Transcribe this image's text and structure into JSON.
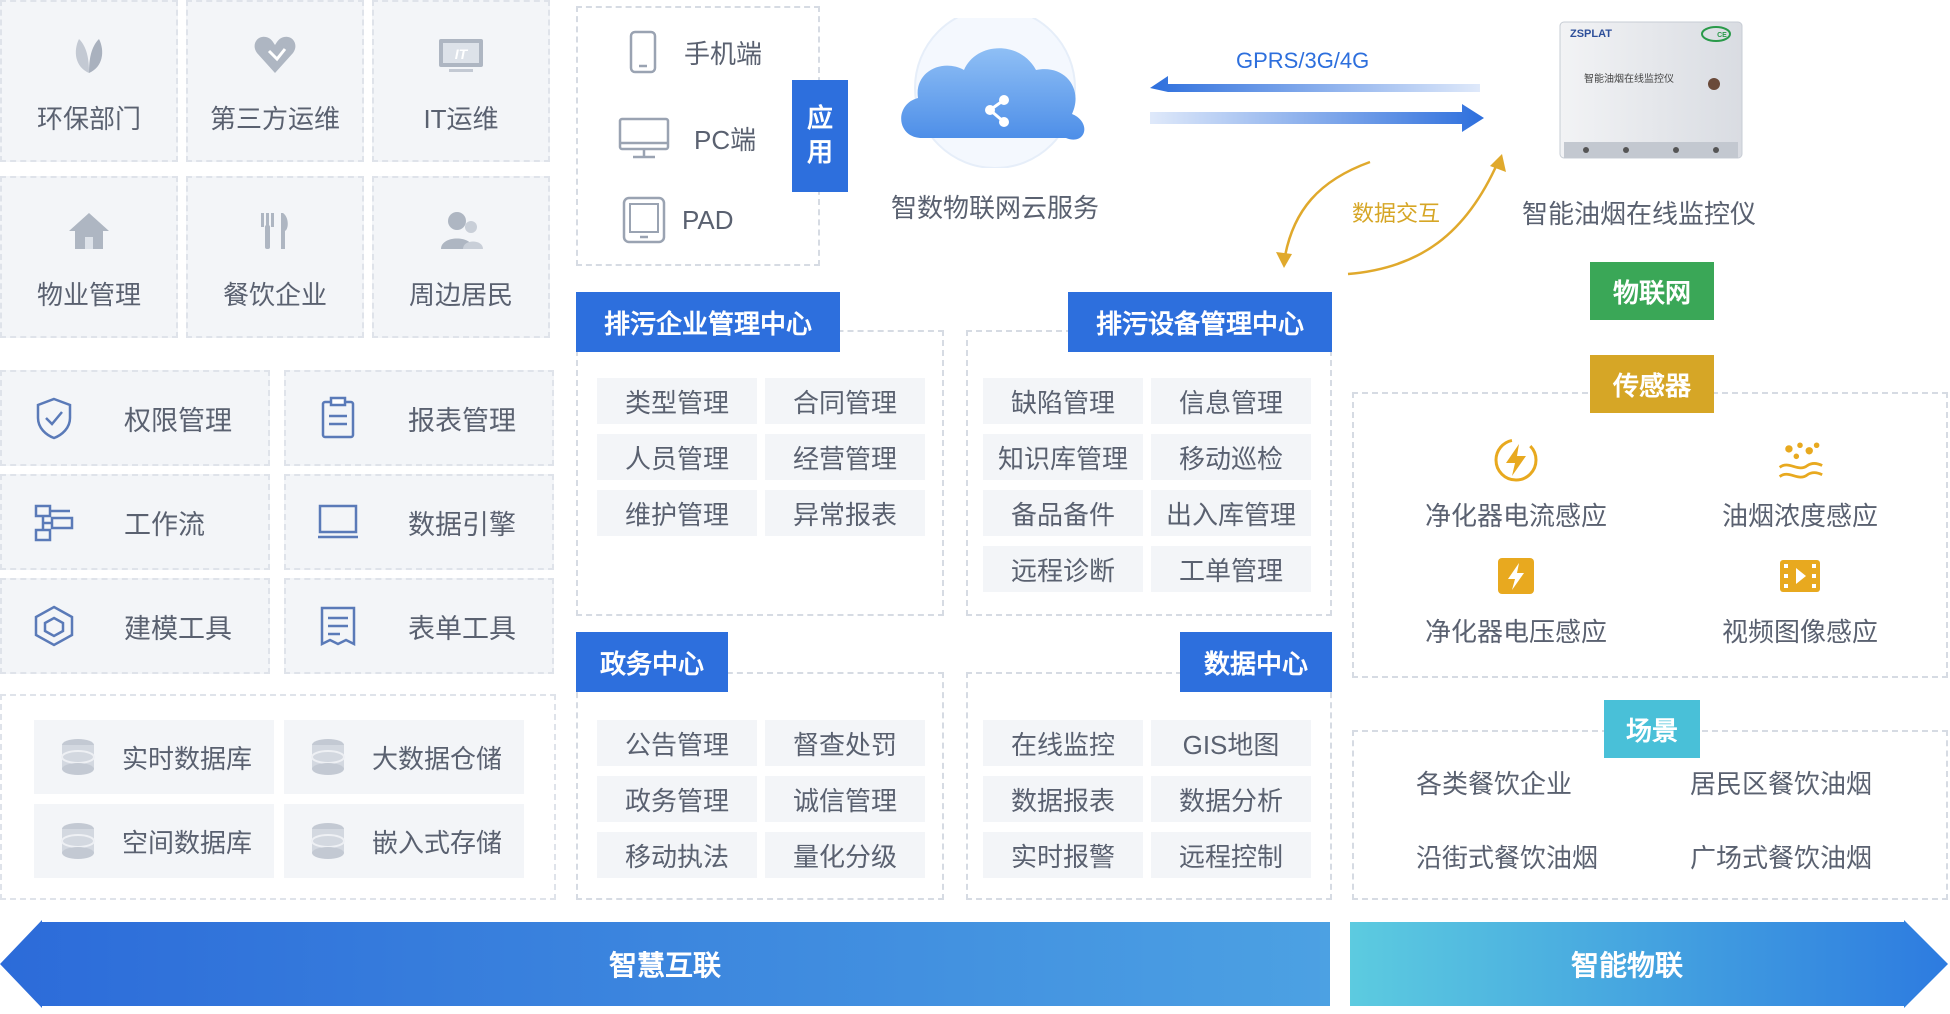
{
  "users": [
    "环保部门",
    "第三方运维",
    "IT运维",
    "物业管理",
    "餐饮企业",
    "周边居民"
  ],
  "user_icons": [
    "leaf-icon",
    "heart-icon",
    "it-icon",
    "house-icon",
    "fork-knife-icon",
    "residents-icon"
  ],
  "tools": [
    "权限管理",
    "报表管理",
    "工作流",
    "数据引擎",
    "建模工具",
    "表单工具"
  ],
  "tool_icons": [
    "shield-icon",
    "clipboard-icon",
    "workflow-icon",
    "monitor-icon",
    "cube-icon",
    "form-icon"
  ],
  "storage": [
    "实时数据库",
    "大数据仓储",
    "空间数据库",
    "嵌入式存储"
  ],
  "apps": {
    "mobile": "手机端",
    "pc": "PC端",
    "pad": "PAD",
    "tag": [
      "应",
      "用"
    ]
  },
  "cloud": {
    "label": "智数物联网云服务"
  },
  "network": {
    "label": "GPRS/3G/4G",
    "exchange": "数据交互"
  },
  "device": {
    "label": "智能油烟在线监控仪",
    "brand": "ZSPLAT",
    "panel_title": "智能油烟在线监控仪"
  },
  "enterprise_center": {
    "title": "排污企业管理中心",
    "items": [
      "类型管理",
      "合同管理",
      "人员管理",
      "经营管理",
      "维护管理",
      "异常报表"
    ]
  },
  "equipment_center": {
    "title": "排污设备管理中心",
    "items": [
      "缺陷管理",
      "信息管理",
      "知识库管理",
      "移动巡检",
      "备品备件",
      "出入库管理",
      "远程诊断",
      "工单管理"
    ]
  },
  "gov_center": {
    "title": "政务中心",
    "items": [
      "公告管理",
      "督查处罚",
      "政务管理",
      "诚信管理",
      "移动执法",
      "量化分级"
    ]
  },
  "data_center": {
    "title": "数据中心",
    "items": [
      "在线监控",
      "GIS地图",
      "数据报表",
      "数据分析",
      "实时报警",
      "远程控制"
    ]
  },
  "iot_tag": "物联网",
  "sensor_tag": "传感器",
  "sensors": [
    "净化器电流感应",
    "油烟浓度感应",
    "净化器电压感应",
    "视频图像感应"
  ],
  "scene_tag": "场景",
  "scenes": [
    "各类餐饮企业",
    "居民区餐饮油烟",
    "沿街式餐饮油烟",
    "广场式餐饮油烟"
  ],
  "bottom": {
    "left": "智慧互联",
    "right": "智能物联"
  },
  "colors": {
    "primary": "#2d6fdd",
    "green": "#3aa757",
    "gold": "#d6a626",
    "teal": "#49c0d8",
    "icon_gray": "#9aa3b2",
    "icon_blue": "#5a7ab8",
    "icon_orange": "#e8a91f"
  }
}
